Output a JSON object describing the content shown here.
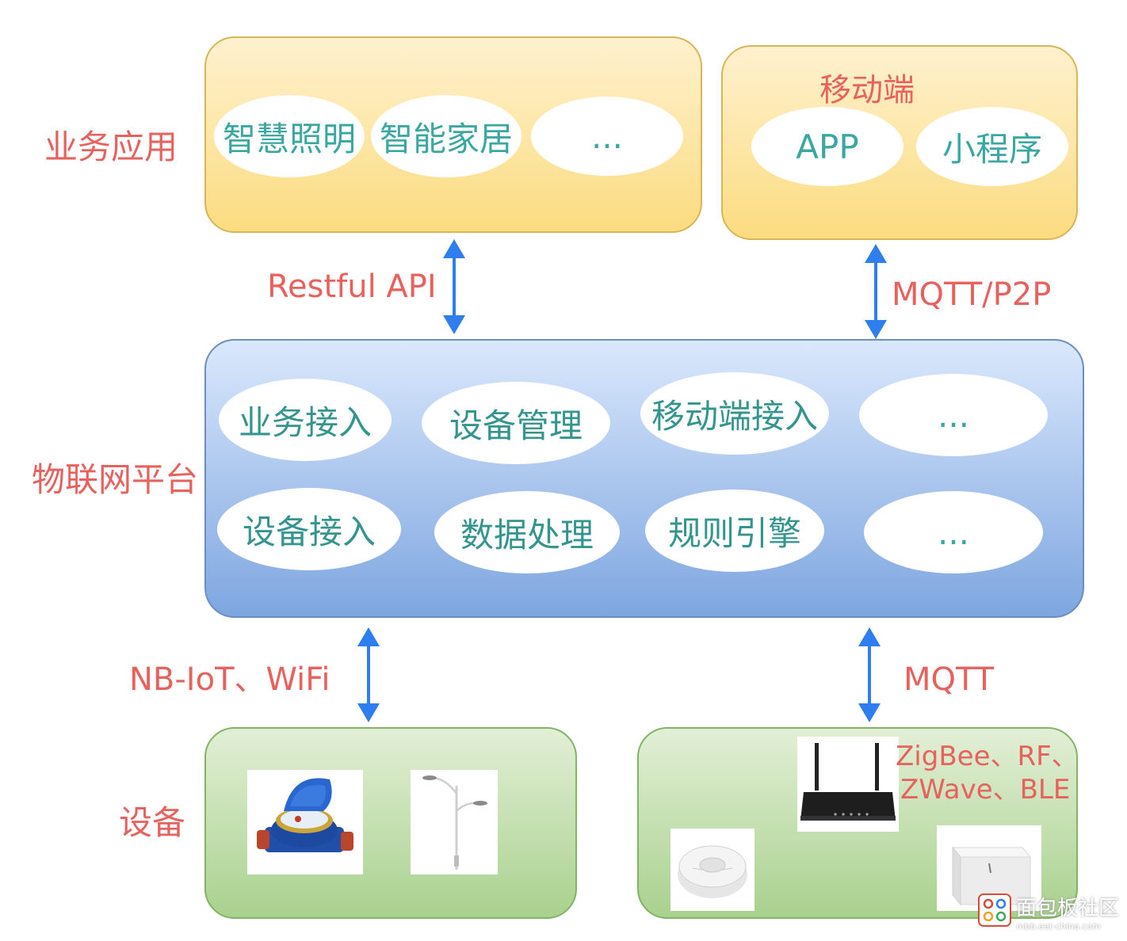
{
  "layers": {
    "business": "业务应用",
    "platform": "物联网平台",
    "devices": "设备"
  },
  "business_apps": {
    "items": [
      "智慧照明",
      "智能家居",
      "..."
    ]
  },
  "mobile": {
    "title": "移动端",
    "items": [
      "APP",
      "小程序"
    ]
  },
  "platform_modules": {
    "row1": [
      "业务接入",
      "设备管理",
      "移动端接入",
      "..."
    ],
    "row2": [
      "设备接入",
      "数据处理",
      "规则引擎",
      "..."
    ]
  },
  "protocols": {
    "business_link": "Restful API",
    "mobile_link": "MQTT/P2P",
    "device_link_left": "NB-IoT、WiFi",
    "device_link_right": "MQTT",
    "gateway_line1": "ZigBee、RF、",
    "gateway_line2": "ZWave、BLE"
  },
  "watermark": {
    "text": "面包板社区",
    "sub": "mbb.eet-china.com"
  },
  "colors": {
    "label_red": "#e8625d",
    "ellipse_text": "#3aa8a0",
    "arrow_blue": "#2f7ef0",
    "yellow_fill": "#fbdc80",
    "blue_fill": "#7ea6e0",
    "green_fill": "#a9d18e"
  }
}
